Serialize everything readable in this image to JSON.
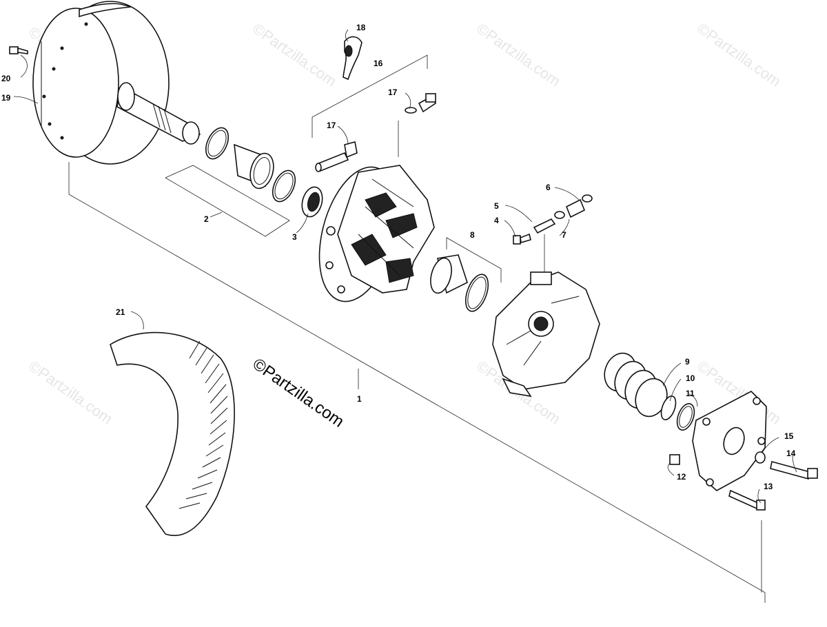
{
  "watermark": {
    "repeat_text": "©Partzilla.com",
    "main_text": "©Partzilla.com"
  },
  "callouts": [
    {
      "id": "1",
      "label": "1"
    },
    {
      "id": "2",
      "label": "2"
    },
    {
      "id": "3",
      "label": "3"
    },
    {
      "id": "4",
      "label": "4"
    },
    {
      "id": "5",
      "label": "5"
    },
    {
      "id": "6",
      "label": "6"
    },
    {
      "id": "7",
      "label": "7"
    },
    {
      "id": "8",
      "label": "8"
    },
    {
      "id": "9",
      "label": "9"
    },
    {
      "id": "10",
      "label": "10"
    },
    {
      "id": "11",
      "label": "11"
    },
    {
      "id": "12",
      "label": "12"
    },
    {
      "id": "13",
      "label": "13"
    },
    {
      "id": "14",
      "label": "14"
    },
    {
      "id": "15",
      "label": "15"
    },
    {
      "id": "16",
      "label": "16"
    },
    {
      "id": "17a",
      "label": "17"
    },
    {
      "id": "17b",
      "label": "17"
    },
    {
      "id": "18",
      "label": "18"
    },
    {
      "id": "19",
      "label": "19"
    },
    {
      "id": "20",
      "label": "20"
    },
    {
      "id": "21",
      "label": "21"
    }
  ]
}
